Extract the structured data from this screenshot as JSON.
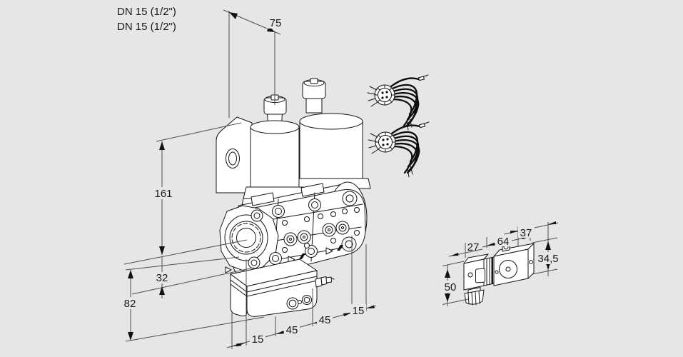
{
  "labels": {
    "dn_top": "DN 15 (1/2\")",
    "dn_bottom": "DN 15 (1/2\")"
  },
  "dims": {
    "top_75": "75",
    "left_161": "161",
    "left_32": "32",
    "left_82": "82",
    "bottom_15_left": "15",
    "bottom_45_first": "45",
    "bottom_45_second": "45",
    "bottom_15_right": "15",
    "acc_27": "27",
    "acc_64": "64",
    "acc_37": "37",
    "acc_34_5": "34,5",
    "acc_50": "50"
  },
  "parts": {
    "valve": "double-solenoid-valve-isometric-drawing",
    "coil_left": "solenoid-coil-front",
    "coil_right": "solenoid-coil-rear",
    "bracket": "mounting-bracket",
    "port": "threaded-pipe-port",
    "regulator": "pressure-regulator-box",
    "connector_1": "cable-plug-with-wires-1",
    "connector_2": "cable-plug-with-wires-2",
    "accessory": "solenoid-accessory-with-cable-gland"
  },
  "colors": {
    "background": "#e6e6e6",
    "drawing_line": "#141414",
    "dimension_line": "#4d4d4d",
    "text": "#1a1a1a",
    "wire": "#0c0c0c"
  }
}
